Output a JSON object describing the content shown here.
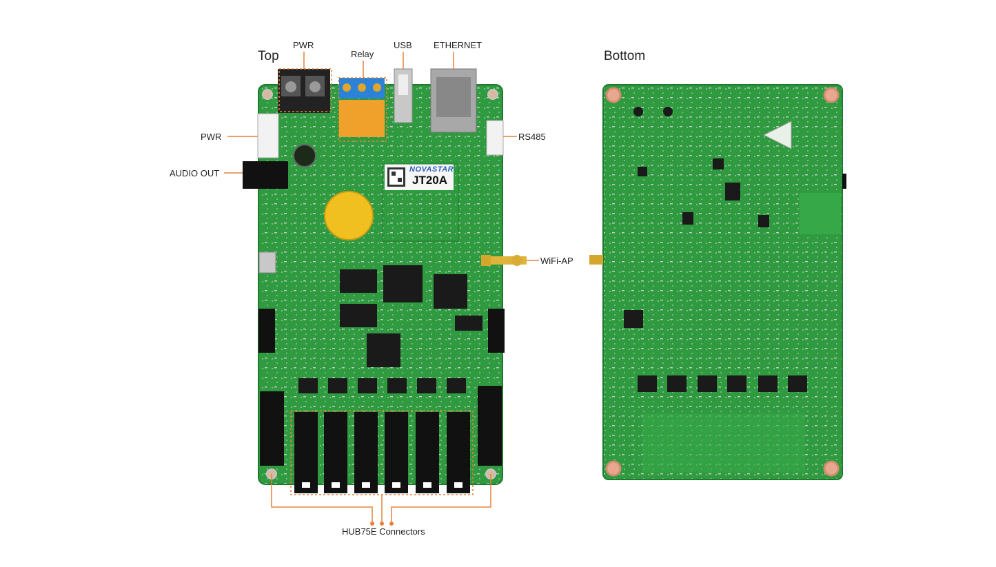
{
  "titles": {
    "top": "Top",
    "bottom": "Bottom"
  },
  "labels": {
    "pwr_top": "PWR",
    "relay": "Relay",
    "usb": "USB",
    "ethernet": "ETHERNET",
    "pwr_side": "PWR",
    "audio_out": "AUDIO OUT",
    "rs485": "RS485",
    "wifi_ap": "WiFi-AP",
    "hub75e": "HUB75E Connectors"
  },
  "board": {
    "brand": "NOVASTAR",
    "model": "JT20A"
  },
  "colors": {
    "pcb": "#2f9a3f",
    "pcb_dark": "#1f7a2e",
    "callout": "#e8803a",
    "chip": "#1a1a1a"
  }
}
